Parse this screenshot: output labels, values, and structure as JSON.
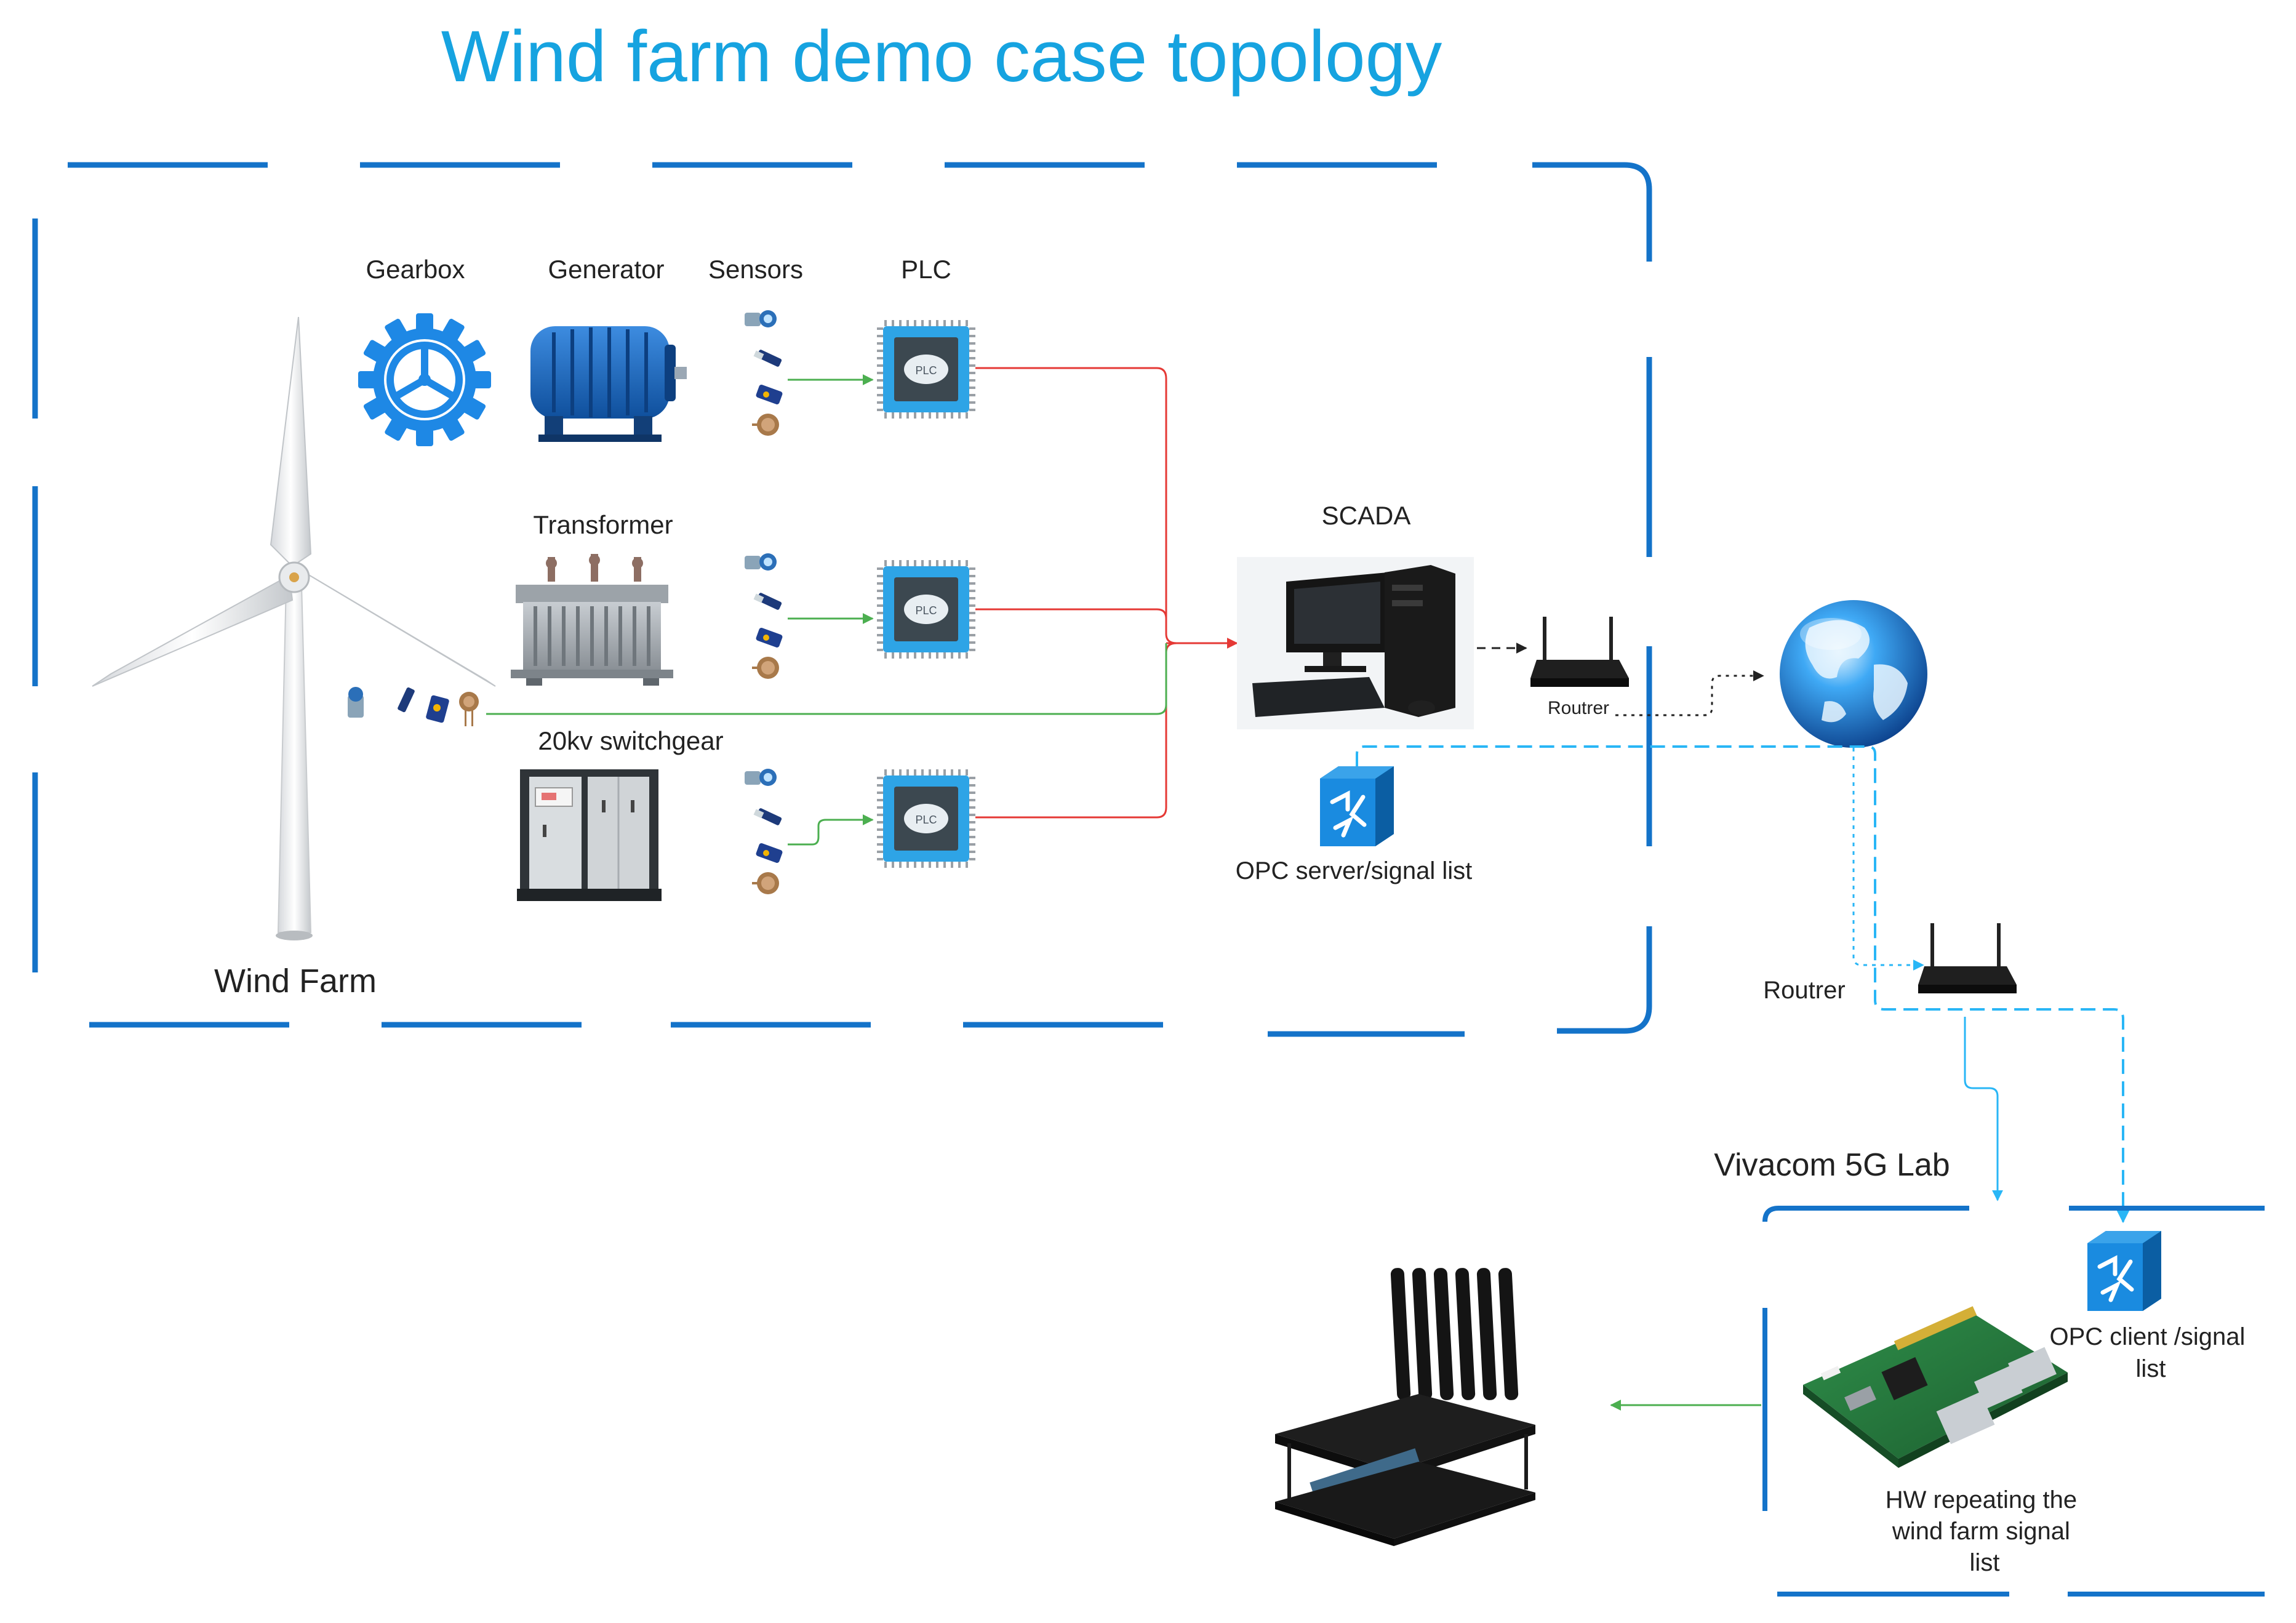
{
  "title": "Wind farm demo case topology",
  "components": {
    "gearbox": "Gearbox",
    "generator": "Generator",
    "sensors": "Sensors",
    "plc": "PLC",
    "transformer": "Transformer",
    "switchgear": "20kv switchgear",
    "scada": "SCADA",
    "router_scada": "Routrer",
    "opc_server": "OPC server/signal list",
    "wind_farm": "Wind Farm",
    "router_lab": "Routrer",
    "lab": "Vivacom 5G Lab",
    "opc_client_1": "OPC client /signal",
    "opc_client_2": "list",
    "hw_1": "HW repeating the",
    "hw_2": "wind farm signal",
    "hw_3": "list",
    "plc_chip": "PLC"
  },
  "colors": {
    "title": "#16a3e0",
    "frame": "#1473c9",
    "signal_red": "#e53935",
    "signal_green": "#4caf50",
    "network_cyan": "#29b6f6",
    "plc_chip": "#2ea4e6",
    "gearbox": "#1e88e5",
    "generator": "#1e6fc4"
  }
}
